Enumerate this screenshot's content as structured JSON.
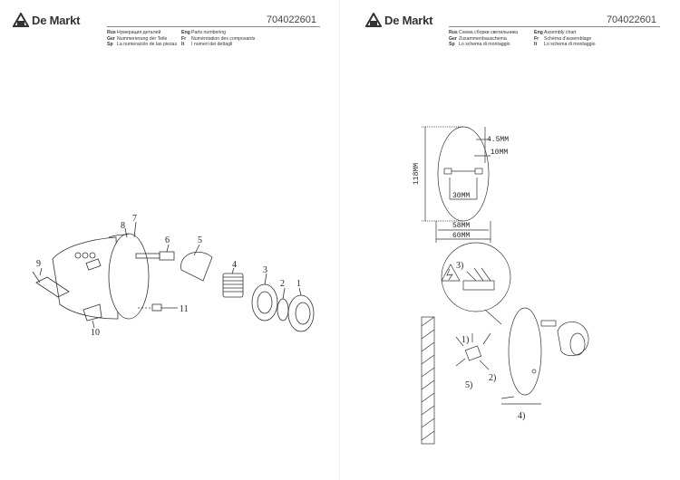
{
  "brand": "De Markt",
  "doc_number": "704022601",
  "left_page": {
    "labels_col1": [
      {
        "lang": "Rus",
        "text": "Нумерация деталей"
      },
      {
        "lang": "Ger",
        "text": "Nummerierung der Teile"
      },
      {
        "lang": "Sp",
        "text": "La numeración de las piezas"
      }
    ],
    "labels_col2": [
      {
        "lang": "Eng",
        "text": "Parts numbering"
      },
      {
        "lang": "Fr",
        "text": "Numérotation des composants"
      },
      {
        "lang": "It",
        "text": "I numeri dei dettagli"
      }
    ],
    "callouts": [
      "1",
      "2",
      "3",
      "4",
      "5",
      "6",
      "7",
      "8",
      "9",
      "10",
      "11"
    ]
  },
  "right_page": {
    "labels_col1": [
      {
        "lang": "Rus",
        "text": "Схема сборки светильника"
      },
      {
        "lang": "Ger",
        "text": "Zusammenbauschema"
      },
      {
        "lang": "Sp",
        "text": "Lo schema di montaggio"
      }
    ],
    "labels_col2": [
      {
        "lang": "Eng",
        "text": "Assembly chart"
      },
      {
        "lang": "Fr",
        "text": "Schéma d'assemblage"
      },
      {
        "lang": "It",
        "text": "Lo schema di montaggio"
      }
    ],
    "dimensions": {
      "d1": "4.5MM",
      "d2": "10MM",
      "d3": "118MM",
      "d4": "30MM",
      "d5": "58MM",
      "d6": "60MM"
    },
    "steps": [
      "1)",
      "2)",
      "3)",
      "4)",
      "5)"
    ]
  }
}
